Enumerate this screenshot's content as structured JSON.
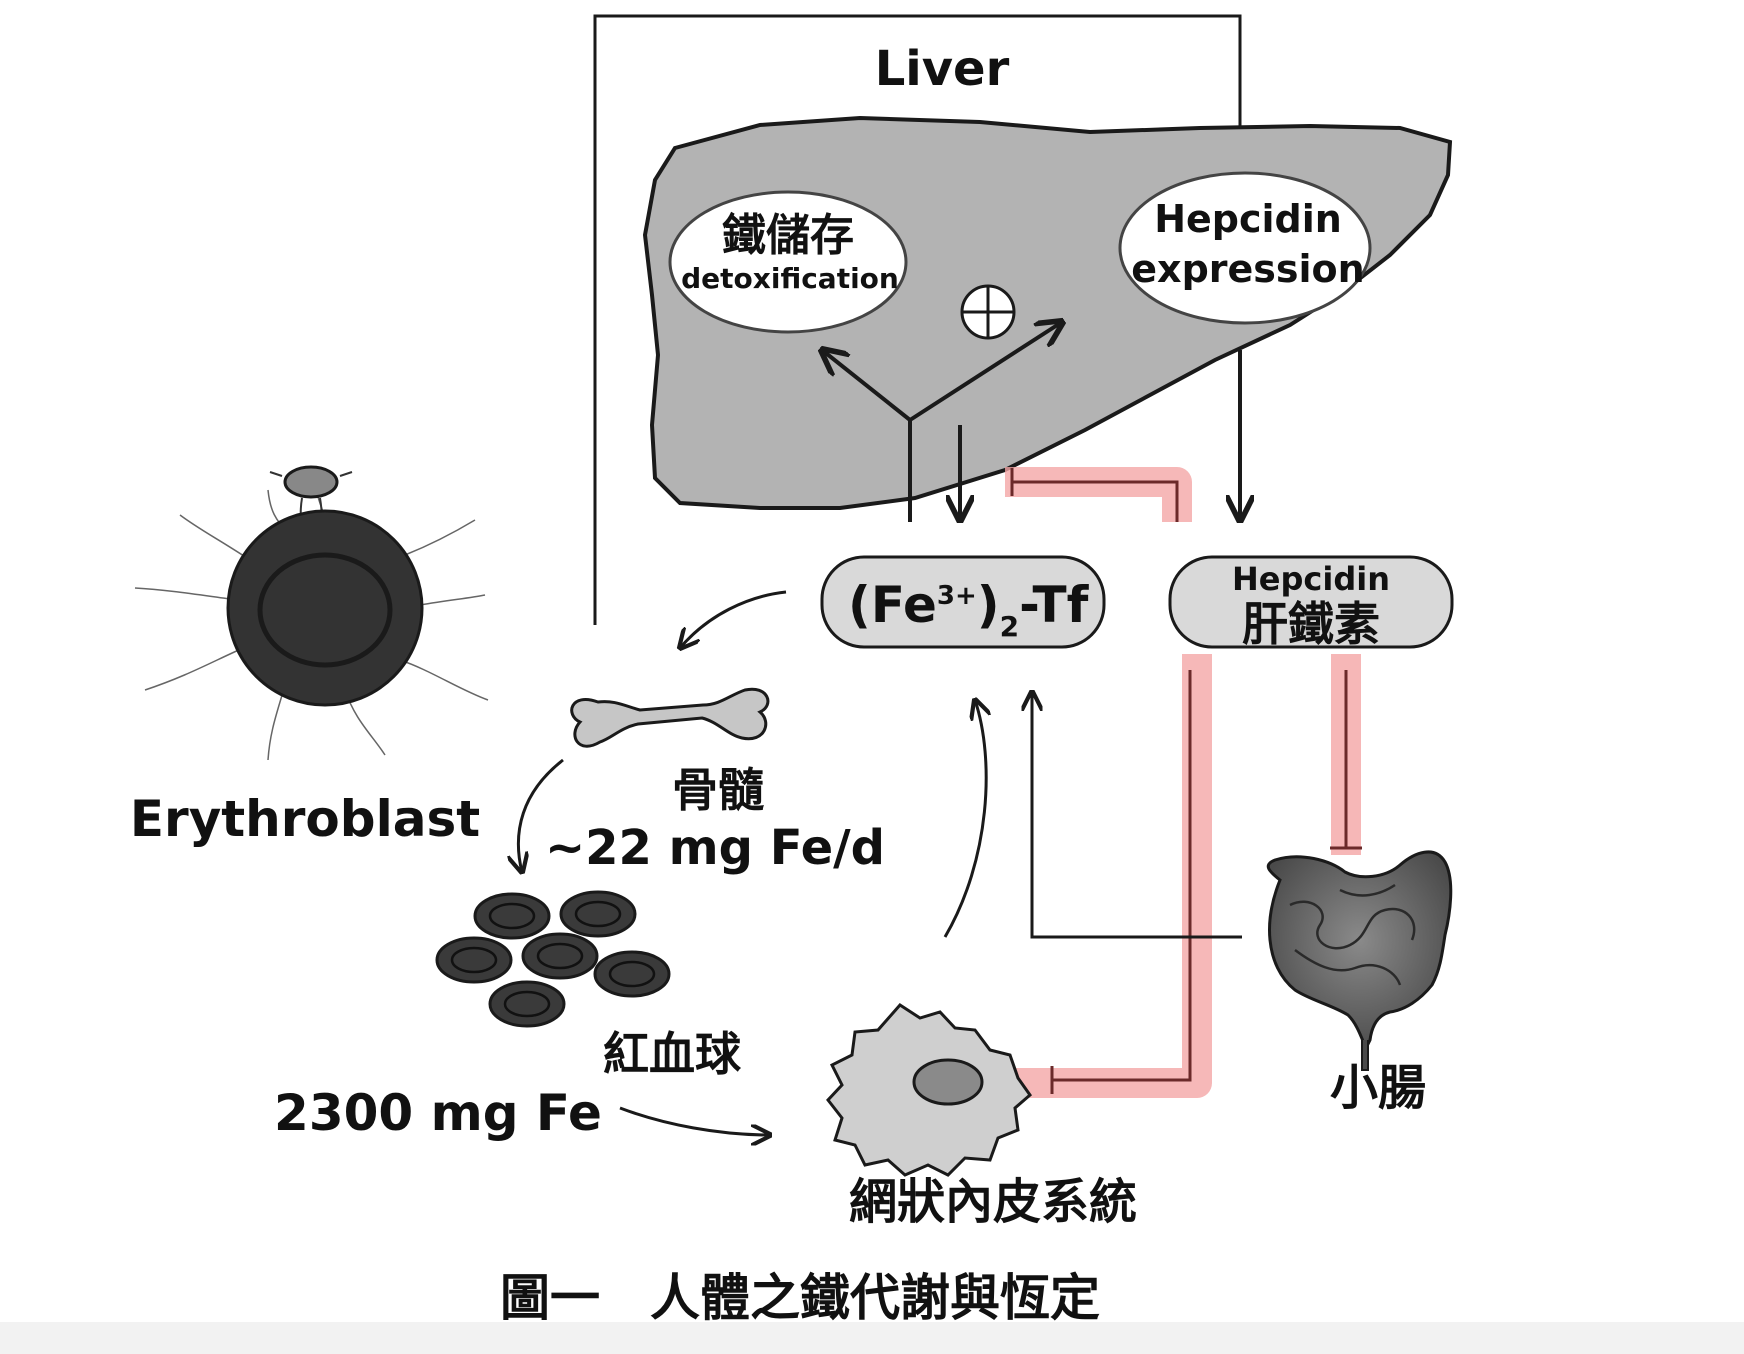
{
  "labels": {
    "liver": "Liver",
    "iron_storage": "鐵儲存",
    "detoxification": "detoxification",
    "hepcidin_expr_1": "Hepcidin",
    "hepcidin_expr_2": "expression",
    "transferrin_main": "(Fe",
    "transferrin_sup": "3+",
    "transferrin_close": ")",
    "transferrin_sub": "2",
    "transferrin_tail": "-Tf",
    "hepcidin_box_en": "Hepcidin",
    "hepcidin_box_zh": "肝鐵素",
    "bone_marrow": "骨髓",
    "bone_marrow_rate": "~22 mg Fe/d",
    "erythroblast": "Erythroblast",
    "red_blood_cells": "紅血球",
    "rbc_iron": "2300 mg Fe",
    "reticuloendothelial": "網狀內皮系統",
    "small_intestine": "小腸"
  },
  "caption": "圖一　人體之鐵代謝與恆定",
  "colors": {
    "organ_fill": "#b3b3b3",
    "outline": "#1a1a1a",
    "highlight": "#f4a6a6",
    "inhibit_line": "#6b2a2a",
    "box_fill": "#d9d9d9",
    "cell_dark": "#3a3a3a"
  },
  "icons": {
    "plus_circle": "plus-circle-icon",
    "bone": "bone-icon",
    "macrophage": "macrophage-icon",
    "intestine": "intestine-icon",
    "erythroblast": "erythroblast-icon",
    "rbc": "red-blood-cell-icon"
  }
}
